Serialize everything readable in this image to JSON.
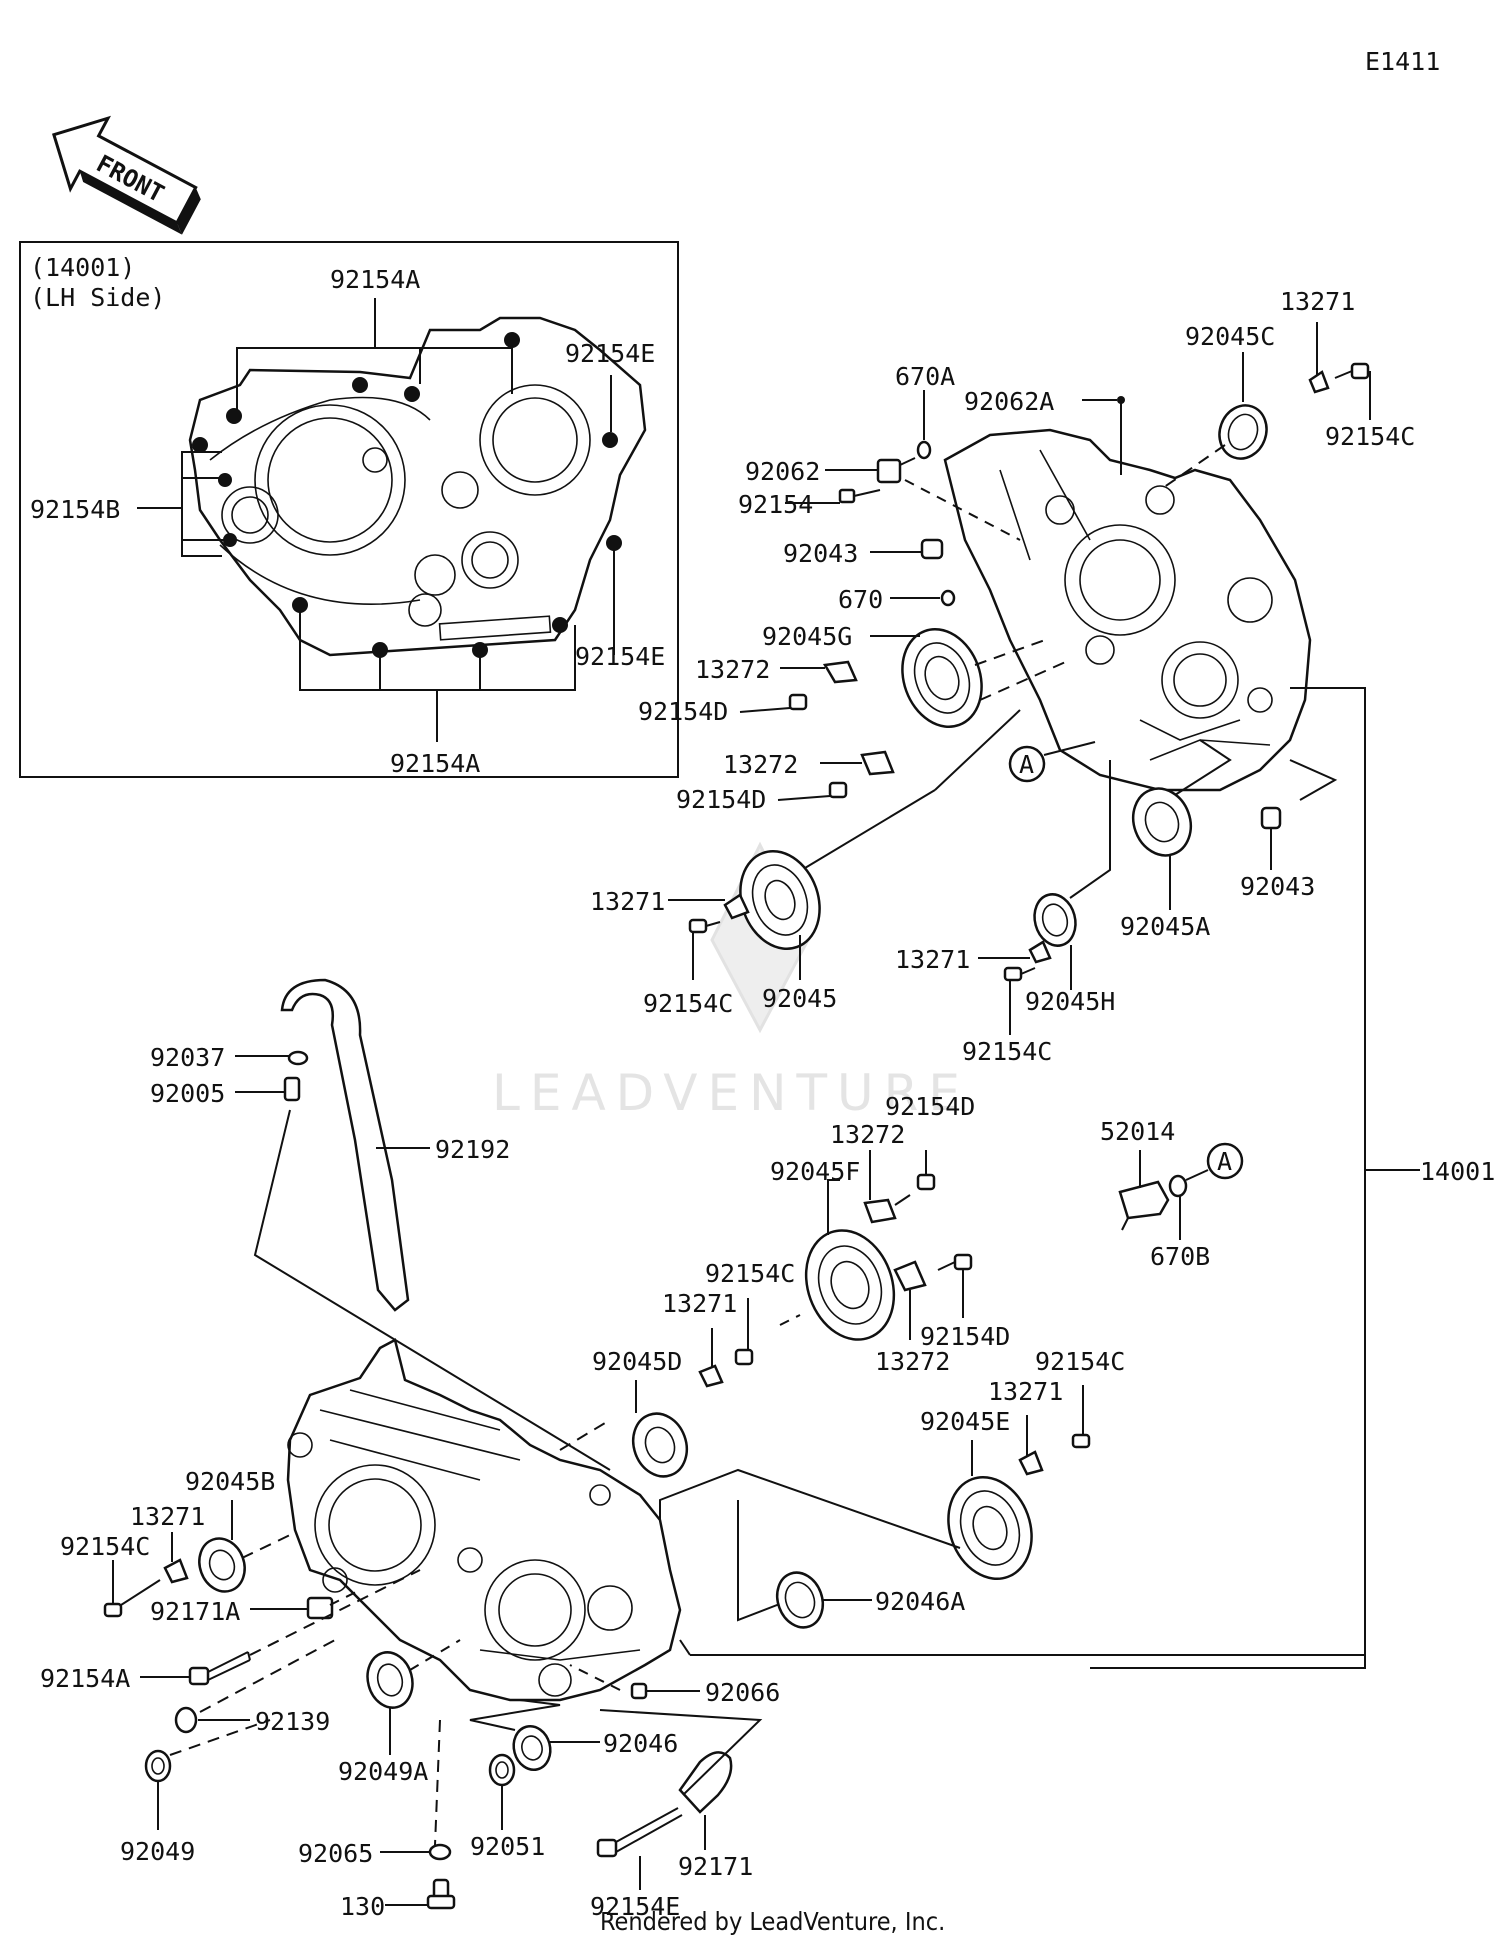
{
  "diagram_id": "E1411",
  "front_label": "FRONT",
  "inset": {
    "title_line1": "(14001)",
    "title_line2": "(LH Side)"
  },
  "watermark": "LEADVENTURE",
  "footer": "Rendered by LeadVenture, Inc.",
  "assembly_label": "14001",
  "ref_marker": "A",
  "parts": {
    "p92154A_inset_top": "92154A",
    "p92154E_inset_top": "92154E",
    "p92154B_inset": "92154B",
    "p92154E_inset_bot": "92154E",
    "p92154A_inset_bot": "92154A",
    "p13271_a": "13271",
    "p92045C": "92045C",
    "p92154C_a": "92154C",
    "p670A": "670A",
    "p92062A": "92062A",
    "p92062": "92062",
    "p92154": "92154",
    "p92043_a": "92043",
    "p670": "670",
    "p92045G": "92045G",
    "p13272_a": "13272",
    "p92154D_a": "92154D",
    "p13272_b": "13272",
    "p92154D_b": "92154D",
    "p92043_b": "92043",
    "p92045A": "92045A",
    "p13271_b": "13271",
    "p92154C_b": "92154C",
    "p92045": "92045",
    "p13271_c": "13271",
    "p92045H": "92045H",
    "p92154C_c": "92154C",
    "p92037": "92037",
    "p92005": "92005",
    "p92192": "92192",
    "p92154D_c": "92154D",
    "p13272_c": "13272",
    "p92045F": "92045F",
    "p52014": "52014",
    "p670B": "670B",
    "p92154C_d": "92154C",
    "p13271_d": "13271",
    "p92154D_d": "92154D",
    "p13272_d": "13272",
    "p92045D": "92045D",
    "p92154C_e": "92154C",
    "p13271_e": "13271",
    "p92045E": "92045E",
    "p92045B": "92045B",
    "p13271_f": "13271",
    "p92154C_f": "92154C",
    "p92171A": "92171A",
    "p92046A": "92046A",
    "p92154A": "92154A",
    "p92066": "92066",
    "p92139": "92139",
    "p92049A": "92049A",
    "p92046": "92046",
    "p92049": "92049",
    "p92065": "92065",
    "p92051": "92051",
    "p92171": "92171",
    "p130": "130",
    "p92154E": "92154E"
  }
}
